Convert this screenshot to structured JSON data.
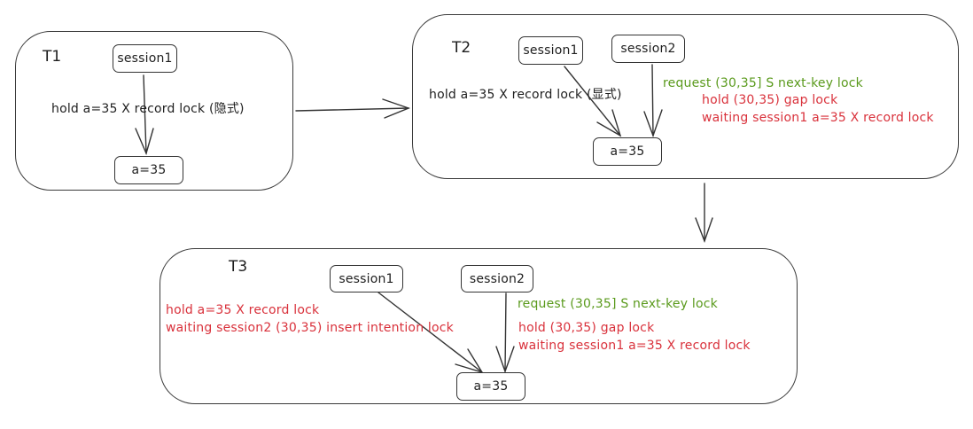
{
  "colors": {
    "stroke": "#1e1e1e",
    "request_text": "#5a9a1c",
    "hold_wait_text": "#d9313b"
  },
  "frames": {
    "t1": {
      "title": "T1",
      "session1": "session1",
      "record": "a=35",
      "session1_label": "hold a=35 X record lock (隐式)"
    },
    "t2": {
      "title": "T2",
      "session1": "session1",
      "session2": "session2",
      "record": "a=35",
      "session1_label": "hold a=35 X record lock (显式)",
      "session2_request": "request (30,35] S next-key lock",
      "session2_hold": "hold (30,35) gap lock",
      "session2_wait": "waiting session1 a=35 X record lock"
    },
    "t3": {
      "title": "T3",
      "session1": "session1",
      "session2": "session2",
      "record": "a=35",
      "session1_hold": "hold a=35 X record lock",
      "session1_wait": "waiting session2 (30,35) insert intention lock",
      "session2_request": "request (30,35] S next-key lock",
      "session2_hold": "hold (30,35) gap lock",
      "session2_wait": "waiting session1 a=35 X record lock"
    }
  }
}
